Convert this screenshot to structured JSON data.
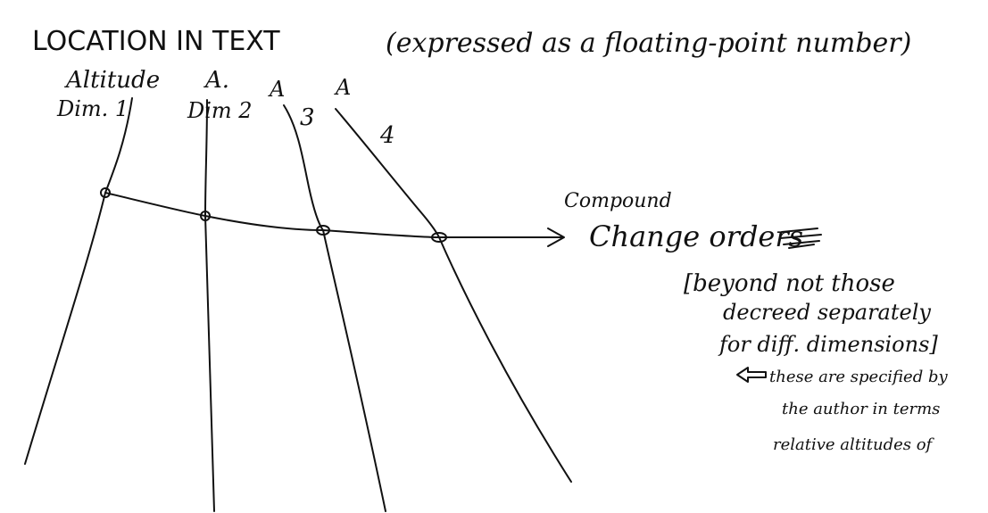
{
  "title": {
    "caps": "LOCATION IN TEXT",
    "paren": "(expressed as a floating-point number)"
  },
  "axis_labels": {
    "altitude": "Altitude",
    "a_marks": [
      "A.",
      "A",
      "A"
    ],
    "dim1": "Dim. 1",
    "dim2": "Dim 2",
    "dim3": "3",
    "dim4": "4"
  },
  "arrow_label": {
    "line1": "Compound",
    "line2": "Change orders"
  },
  "bracket_note": {
    "line1": "[beyond not those",
    "line2": "decreed separately",
    "line3": "for diff. dimensions]"
  },
  "side_note": {
    "line1": "these are specified by",
    "line2": "the author in terms",
    "line3": "relative altitudes of"
  }
}
